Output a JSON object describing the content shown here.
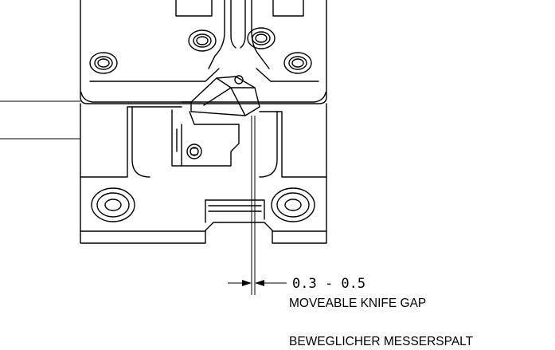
{
  "dimension": {
    "value": "0.3 - 0.5"
  },
  "labels": {
    "english": "MOVEABLE KNIFE GAP",
    "german": "BEWEGLICHER MESSERSPALT"
  }
}
